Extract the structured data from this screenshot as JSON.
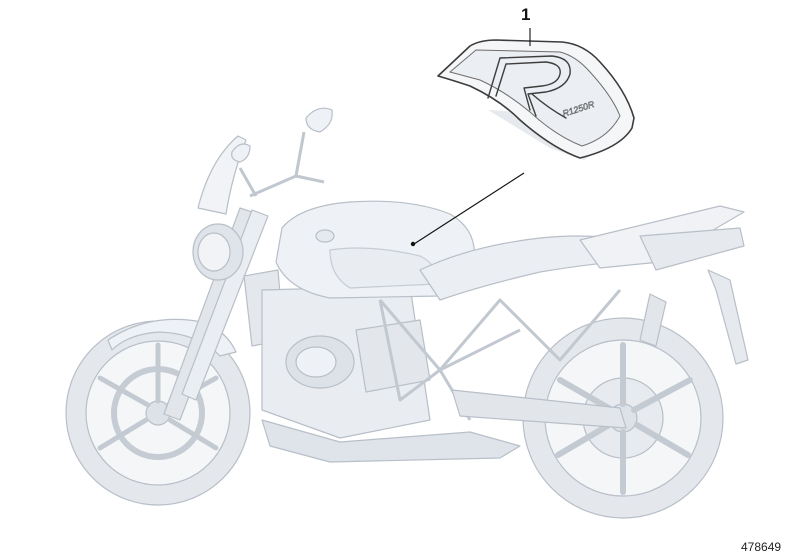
{
  "callout": {
    "number": "1"
  },
  "decal": {
    "logo_text": "R1250R"
  },
  "figure": {
    "id": "478649"
  },
  "colors": {
    "body_fill": "#eef1f5",
    "body_fill_dark": "#dde2e8",
    "body_stroke": "#b8bfc8",
    "leader_line": "#111111",
    "decal_stroke": "#444444"
  }
}
